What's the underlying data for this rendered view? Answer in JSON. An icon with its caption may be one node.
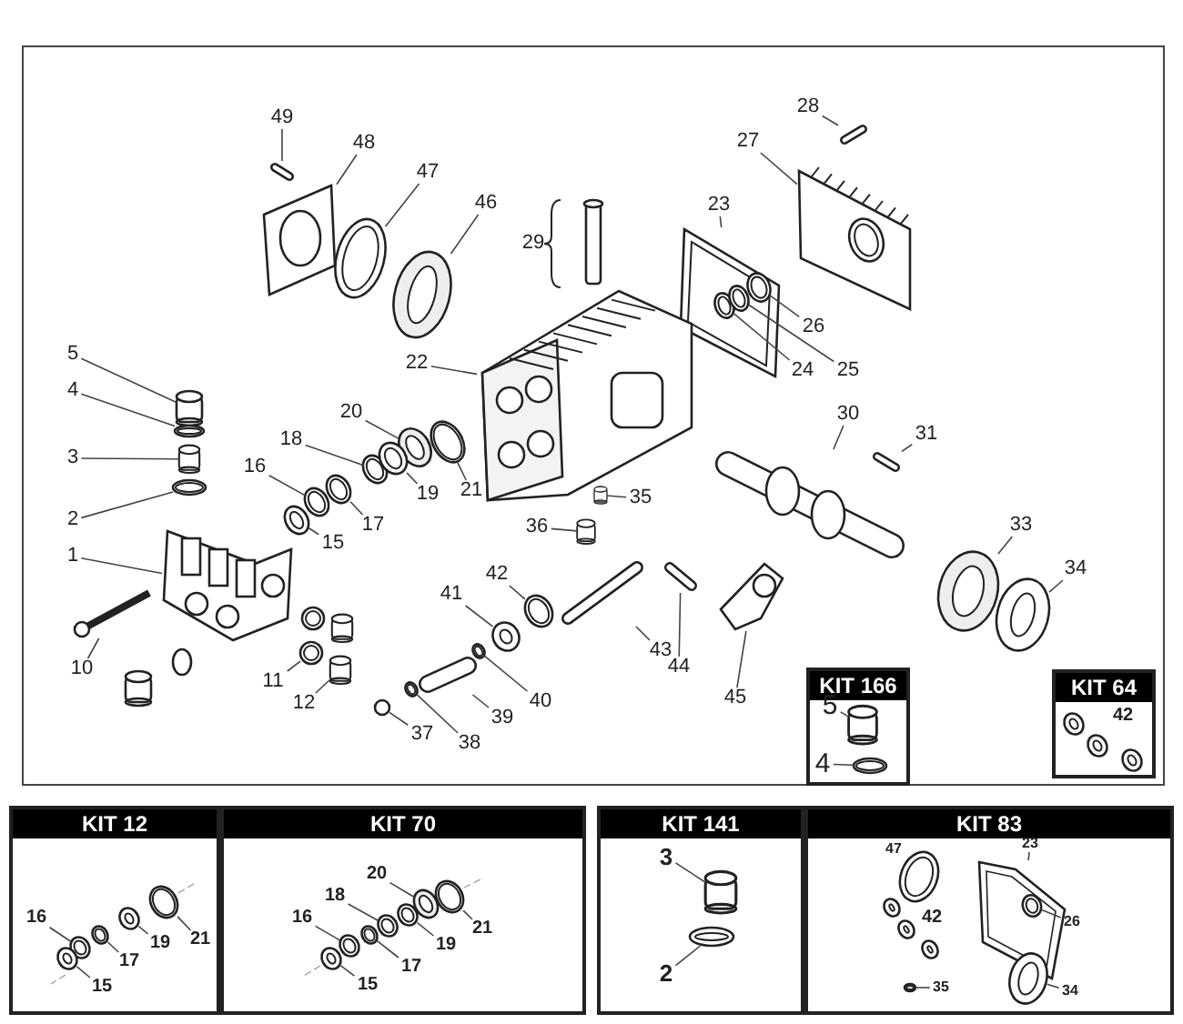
{
  "diagram": {
    "nodes": [
      {
        "text": [],
        "shape": "box"
      },
      {
        "text": [
          "49"
        ],
        "in": 0
      },
      {
        "text": [],
        "shape": "picture",
        "in": 0
      },
      {
        "text": [
          "48"
        ],
        "in": 0
      },
      {
        "text": [],
        "shape": "picture",
        "in": 0
      },
      {
        "text": [
          "47"
        ],
        "in": 0
      },
      {
        "text": [],
        "shape": "picture",
        "in": 0
      },
      {
        "text": [
          "46"
        ],
        "in": 0
      },
      {
        "text": [],
        "shape": "picture",
        "in": 0
      },
      {
        "text": [
          "28"
        ],
        "in": 0
      },
      {
        "text": [],
        "shape": "picture",
        "in": 0
      },
      {
        "text": [
          "27"
        ],
        "in": 0
      },
      {
        "text": [],
        "shape": "picture",
        "in": 0
      },
      {
        "text": [
          "23"
        ],
        "in": 0
      },
      {
        "text": [],
        "shape": "picture",
        "in": 0
      },
      {
        "text": [
          "22"
        ],
        "in": 0
      },
      {
        "text": [],
        "shape": "picture",
        "in": 0
      },
      {
        "text": [
          "26"
        ],
        "in": 0
      },
      {
        "text": [],
        "shape": "picture",
        "in": 14
      },
      {
        "text": [
          "24"
        ],
        "in": 0
      },
      {
        "text": [],
        "shape": "picture",
        "in": 14
      },
      {
        "text": [
          "25"
        ],
        "in": 0
      },
      {
        "text": [],
        "shape": "picture",
        "in": 14
      },
      {
        "text": [
          "5"
        ],
        "in": 0
      },
      {
        "text": [],
        "shape": "cylinder",
        "in": 0
      },
      {
        "text": [
          "4"
        ],
        "in": 0
      },
      {
        "text": [],
        "shape": "picture",
        "in": 0
      },
      {
        "text": [
          "3"
        ],
        "in": 0
      },
      {
        "text": [],
        "shape": "cylinder",
        "in": 0
      },
      {
        "text": [
          "20"
        ],
        "in": 0
      },
      {
        "text": [],
        "shape": "picture",
        "in": 0
      },
      {
        "text": [
          "21"
        ],
        "in": 0
      },
      {
        "text": [],
        "shape": "picture",
        "in": 0
      },
      {
        "text": [
          "18"
        ],
        "in": 0
      },
      {
        "text": [],
        "shape": "picture",
        "in": 0
      },
      {
        "text": [
          "2"
        ],
        "in": 0
      },
      {
        "text": [],
        "shape": "picture",
        "in": 0
      },
      {
        "text": [
          "16"
        ],
        "in": 0
      },
      {
        "text": [],
        "shape": "picture",
        "in": 0
      },
      {
        "text": [
          "19"
        ],
        "in": 0
      },
      {
        "text": [],
        "shape": "picture",
        "in": 0
      },
      {
        "text": [
          "1"
        ],
        "in": 0
      },
      {
        "text": [],
        "shape": "picture",
        "in": 0
      },
      {
        "text": [
          "17"
        ],
        "in": 0
      },
      {
        "text": [],
        "shape": "picture",
        "in": 0
      },
      {
        "text": [
          "15"
        ],
        "in": 0
      },
      {
        "text": [],
        "shape": "picture",
        "in": 0
      },
      {
        "text": [
          "36"
        ],
        "in": 0
      },
      {
        "text": [],
        "shape": "cylinder",
        "in": 0
      },
      {
        "text": [
          "35"
        ],
        "in": 0
      },
      {
        "text": [],
        "shape": "cylinder",
        "in": 0
      },
      {
        "text": [
          "30"
        ],
        "in": 0
      },
      {
        "text": [],
        "shape": "picture",
        "in": 0
      },
      {
        "text": [
          "31"
        ],
        "in": 0
      },
      {
        "text": [],
        "shape": "picture",
        "in": 0
      },
      {
        "text": [
          "33"
        ],
        "in": 0
      },
      {
        "text": [],
        "shape": "picture",
        "in": 0
      },
      {
        "text": [
          "34"
        ],
        "in": 0
      },
      {
        "text": [],
        "shape": "picture",
        "in": 0
      },
      {
        "text": [
          "42"
        ],
        "in": 0
      },
      {
        "text": [],
        "shape": "picture",
        "in": 0
      },
      {
        "text": [
          "41"
        ],
        "in": 0
      },
      {
        "text": [],
        "shape": "picture",
        "in": 0
      },
      {
        "text": [
          "43"
        ],
        "in": 0
      },
      {
        "text": [],
        "shape": "picture",
        "in": 0
      },
      {
        "text": [
          "10"
        ],
        "in": 0
      },
      {
        "text": [],
        "shape": "picture",
        "in": 0
      },
      {
        "text": [
          "11"
        ],
        "in": 0
      },
      {
        "text": [],
        "shape": "picture",
        "in": 0
      },
      {
        "text": [
          "12"
        ],
        "in": 0
      },
      {
        "text": [],
        "shape": "cylinder",
        "in": 0
      },
      {
        "text": [
          "40"
        ],
        "in": 0
      },
      {
        "text": [],
        "shape": "picture",
        "in": 0
      },
      {
        "text": [
          "39"
        ],
        "in": 0
      },
      {
        "text": [],
        "shape": "picture",
        "in": 0
      },
      {
        "text": [
          "44"
        ],
        "in": 0
      },
      {
        "text": [],
        "shape": "picture",
        "in": 0
      },
      {
        "text": [
          "45"
        ],
        "in": 0
      },
      {
        "text": [],
        "shape": "picture",
        "in": 0
      },
      {
        "text": [
          "37"
        ],
        "in": 0
      },
      {
        "text": [],
        "shape": "circle",
        "in": 0
      },
      {
        "text": [
          "38"
        ],
        "in": 0
      },
      {
        "text": [],
        "shape": "picture",
        "in": 0
      },
      {
        "text": [
          "KIT 166"
        ],
        "in": 0
      },
      {
        "text": [
          "5"
        ],
        "in": 83
      },
      {
        "text": [],
        "shape": "cylinder",
        "in": 83
      },
      {
        "text": [
          "4"
        ],
        "in": 83
      },
      {
        "text": [],
        "shape": "picture",
        "in": 83
      },
      {
        "text": [
          "KIT 64"
        ],
        "in": 0
      },
      {
        "text": [
          "KIT 12"
        ]
      },
      {
        "text": [
          "16"
        ],
        "in": 89
      },
      {
        "text": [],
        "shape": "picture",
        "in": 89
      },
      {
        "text": [
          "15"
        ],
        "in": 89
      },
      {
        "text": [],
        "shape": "picture",
        "in": 89
      },
      {
        "text": [
          "17"
        ],
        "in": 89
      },
      {
        "text": [],
        "shape": "picture",
        "in": 89
      },
      {
        "text": [
          "19"
        ],
        "in": 89
      },
      {
        "text": [],
        "shape": "picture",
        "in": 89
      },
      {
        "text": [
          "21"
        ],
        "in": 89
      },
      {
        "text": [],
        "shape": "picture",
        "in": 89
      },
      {
        "text": [
          "KIT 70"
        ]
      },
      {
        "text": [
          "20"
        ],
        "in": 100
      },
      {
        "text": [],
        "shape": "picture",
        "in": 100
      },
      {
        "text": [
          "18"
        ],
        "in": 100
      },
      {
        "text": [],
        "shape": "picture",
        "in": 100
      },
      {
        "text": [
          "16"
        ],
        "in": 100
      },
      {
        "text": [],
        "shape": "picture",
        "in": 100
      },
      {
        "text": [
          "15"
        ],
        "in": 100
      },
      {
        "text": [],
        "shape": "picture",
        "in": 100
      },
      {
        "text": [
          "17"
        ],
        "in": 100
      },
      {
        "text": [],
        "shape": "picture",
        "in": 100
      },
      {
        "text": [
          "19"
        ],
        "in": 100
      },
      {
        "text": [],
        "shape": "picture",
        "in": 100
      },
      {
        "text": [
          "21"
        ],
        "in": 100
      },
      {
        "text": [],
        "shape": "picture",
        "in": 100
      },
      {
        "text": [
          "KIT 141"
        ]
      },
      {
        "text": [
          "3"
        ],
        "in": 115
      },
      {
        "text": [],
        "shape": "cylinder",
        "in": 115
      },
      {
        "text": [
          "2"
        ],
        "in": 115
      },
      {
        "text": [],
        "shape": "picture",
        "in": 115
      },
      {
        "text": [
          "KIT 83"
        ]
      },
      {
        "text": [
          "23"
        ],
        "in": 120
      },
      {
        "text": [],
        "shape": "picture",
        "in": 120
      },
      {
        "text": [
          "26"
        ],
        "in": 120
      },
      {
        "text": [],
        "shape": "picture",
        "in": 122
      },
      {
        "text": [
          "35"
        ],
        "in": 120
      },
      {
        "text": [],
        "shape": "picture",
        "in": 120
      },
      {
        "text": [
          "34"
        ],
        "in": 120
      },
      {
        "text": [],
        "shape": "picture",
        "in": 120
      }
    ],
    "edges": [
      {
        "from": 1,
        "to": 2,
        "arrow": "none"
      },
      {
        "from": 3,
        "to": 4,
        "arrow": "none"
      },
      {
        "from": 5,
        "to": 6,
        "arrow": "none"
      },
      {
        "from": 7,
        "to": 8,
        "arrow": "none"
      },
      {
        "from": 9,
        "to": 10,
        "arrow": "none"
      },
      {
        "from": 11,
        "to": 12,
        "arrow": "none"
      },
      {
        "from": 13,
        "to": 14,
        "arrow": "none"
      },
      {
        "from": 15,
        "to": 16,
        "arrow": "none"
      },
      {
        "from": 17,
        "to": 18,
        "arrow": "none"
      },
      {
        "from": 19,
        "to": 20,
        "arrow": "none"
      },
      {
        "from": 21,
        "to": 22,
        "arrow": "none"
      },
      {
        "from": 23,
        "to": 24,
        "arrow": "none"
      },
      {
        "from": 25,
        "to": 26,
        "arrow": "none"
      },
      {
        "from": 27,
        "to": 28,
        "arrow": "none"
      },
      {
        "from": 29,
        "to": 30,
        "arrow": "none"
      },
      {
        "from": 31,
        "to": 32,
        "arrow": "none"
      },
      {
        "from": 33,
        "to": 34,
        "arrow": "none"
      },
      {
        "from": 35,
        "to": 36,
        "arrow": "none"
      },
      {
        "from": 37,
        "to": 38,
        "arrow": "none"
      },
      {
        "from": 39,
        "to": 40,
        "arrow": "none"
      },
      {
        "from": 41,
        "to": 42,
        "arrow": "none"
      },
      {
        "from": 43,
        "to": 44,
        "arrow": "none"
      },
      {
        "from": 45,
        "to": 46,
        "arrow": "none"
      },
      {
        "from": 47,
        "to": 48,
        "arrow": "none"
      },
      {
        "from": 49,
        "to": 50,
        "arrow": "none"
      },
      {
        "from": 51,
        "to": 52,
        "arrow": "none"
      },
      {
        "from": 53,
        "to": 54,
        "arrow": "none"
      },
      {
        "from": 55,
        "to": 56,
        "arrow": "none"
      },
      {
        "from": 57,
        "to": 58,
        "arrow": "none"
      },
      {
        "from": 59,
        "to": 60,
        "arrow": "none"
      },
      {
        "from": 61,
        "to": 62,
        "arrow": "none"
      },
      {
        "from": 63,
        "to": 64,
        "arrow": "none"
      },
      {
        "from": 65,
        "to": 66,
        "arrow": "none"
      },
      {
        "from": 67,
        "to": 68,
        "arrow": "none"
      },
      {
        "from": 69,
        "to": 70,
        "arrow": "none"
      },
      {
        "from": 71,
        "to": 72,
        "arrow": "none"
      },
      {
        "from": 73,
        "to": 74,
        "arrow": "none"
      },
      {
        "from": 75,
        "to": 76,
        "arrow": "none"
      },
      {
        "from": 77,
        "to": 78,
        "arrow": "none"
      },
      {
        "from": 79,
        "to": 80,
        "arrow": "none"
      },
      {
        "from": 81,
        "to": 82,
        "arrow": "none"
      },
      {
        "from": 84,
        "to": 85,
        "arrow": "none"
      },
      {
        "from": 86,
        "to": 87,
        "arrow": "none"
      },
      {
        "from": 90,
        "to": 91,
        "arrow": "none"
      },
      {
        "from": 92,
        "to": 93,
        "arrow": "none"
      },
      {
        "from": 94,
        "to": 95,
        "arrow": "none"
      },
      {
        "from": 96,
        "to": 97,
        "arrow": "none"
      },
      {
        "from": 98,
        "to": 99,
        "arrow": "none"
      },
      {
        "from": 101,
        "to": 102,
        "arrow": "none"
      },
      {
        "from": 103,
        "to": 104,
        "arrow": "none"
      },
      {
        "from": 105,
        "to": 106,
        "arrow": "none"
      },
      {
        "from": 107,
        "to": 108,
        "arrow": "none"
      },
      {
        "from": 109,
        "to": 110,
        "arrow": "none"
      },
      {
        "from": 111,
        "to": 112,
        "arrow": "none"
      },
      {
        "from": 113,
        "to": 114,
        "arrow": "none"
      },
      {
        "from": 116,
        "to": 117,
        "arrow": "none"
      },
      {
        "from": 118,
        "to": 119,
        "arrow": "none"
      },
      {
        "from": 121,
        "to": 122,
        "arrow": "none"
      },
      {
        "from": 123,
        "to": 124,
        "arrow": "none"
      },
      {
        "from": 125,
        "to": 126,
        "arrow": "none"
      },
      {
        "from": 127,
        "to": 128,
        "arrow": "none"
      }
    ],
    "labels": [
      "29",
      "42",
      "47",
      "42"
    ]
  }
}
